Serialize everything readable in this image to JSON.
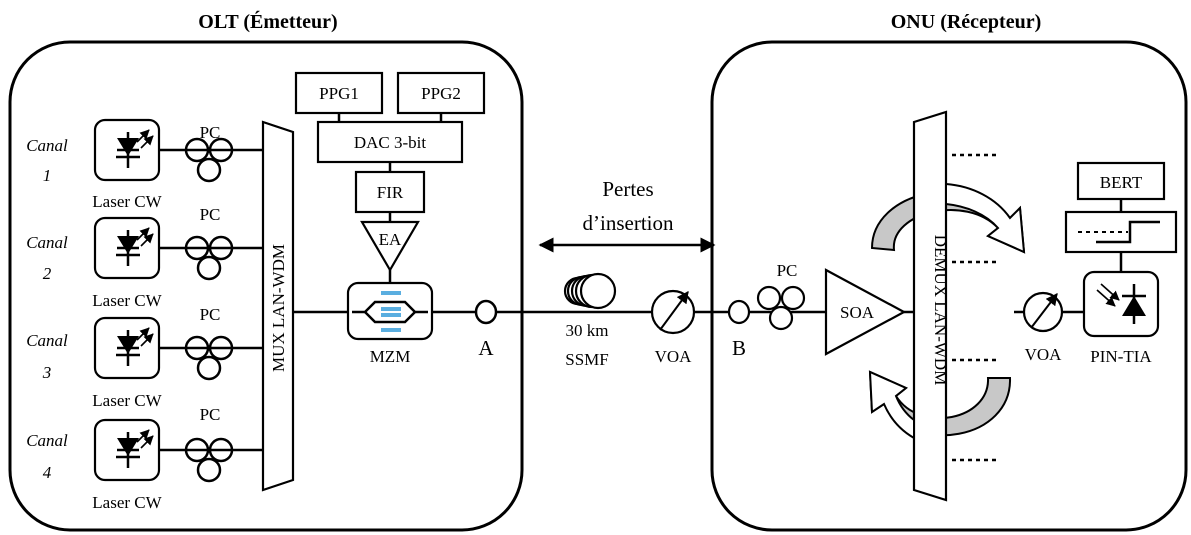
{
  "olt": {
    "title": "OLT (Émetteur)",
    "channels": [
      {
        "label": "Canal",
        "number": "1",
        "laser": "Laser CW",
        "pc": "PC"
      },
      {
        "label": "Canal",
        "number": "2",
        "laser": "Laser CW",
        "pc": "PC"
      },
      {
        "label": "Canal",
        "number": "3",
        "laser": "Laser CW",
        "pc": "PC"
      },
      {
        "label": "Canal",
        "number": "4",
        "laser": "Laser CW",
        "pc": "PC"
      }
    ],
    "mux": "MUX LAN-WDM",
    "ppg1": "PPG1",
    "ppg2": "PPG2",
    "dac": "DAC 3-bit",
    "fir": "FIR",
    "ea": "EA",
    "mzm": "MZM",
    "point_a": "A"
  },
  "link": {
    "insertion_line1": "Pertes",
    "insertion_line2": "d’insertion",
    "fiber_length": "30 km",
    "fiber_type": "SSMF",
    "voa": "VOA",
    "point_b": "B"
  },
  "onu": {
    "title": "ONU (Récepteur)",
    "pc": "PC",
    "soa": "SOA",
    "demux": "DEMUX LAN-WDM",
    "voa": "VOA",
    "bert": "BERT",
    "pin": "PIN-TIA"
  },
  "colors": {
    "line": "#000000",
    "mzm_electrode": "#5aaee0",
    "arrow_fill": "#c8c8c8"
  }
}
